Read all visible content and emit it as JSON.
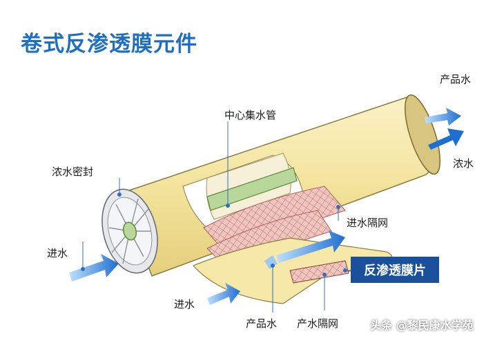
{
  "title": "卷式反渗透膜元件",
  "labels": {
    "product_water_top": "产品水",
    "concentrate_out": "浓水",
    "center_tube": "中心集水管",
    "brine_seal": "浓水密封",
    "feed_spacer": "进水隔网",
    "feed_left": "进水",
    "feed_bottom": "进水",
    "membrane_sheet": "反渗透膜片",
    "product_water_bottom": "产品水",
    "permeate_spacer": "产水隔网"
  },
  "watermark": "头条 @黎民康水学苑",
  "colors": {
    "title": "#1e6fc4",
    "shell": "#f5e8a8",
    "arrow": "#1f6fd0",
    "badge": "#1a4f9c"
  }
}
